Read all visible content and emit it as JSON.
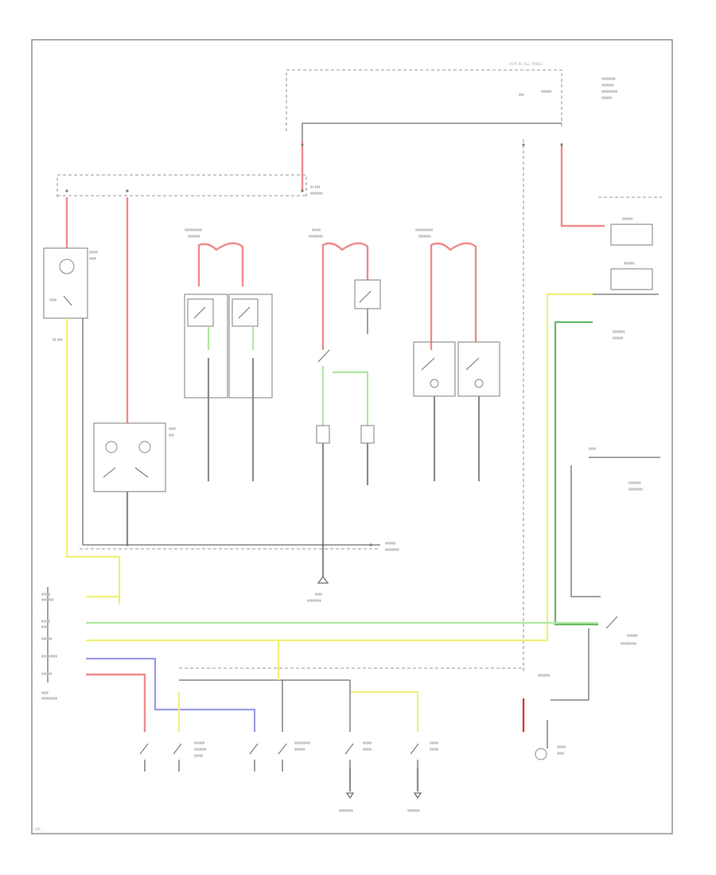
{
  "document": {
    "footer_code": "W9...",
    "notes": "Fine-print labels in the original schematic are too small to read; they are rendered as faint illegible marks (visible lettering omitted)."
  },
  "labels": {
    "top_fuse_note": "HOT AT ALL TIMES",
    "courtesy_label": "COURTESY LAMP",
    "entry_label": "ENTRY LAMP"
  },
  "colors": {
    "red_wire": "#f08a8a",
    "yellow_wire": "#efef7a",
    "green_wire": "#aee8a0",
    "blue_wire": "#9b9be8",
    "ground_wire": "#8c8c8c"
  }
}
